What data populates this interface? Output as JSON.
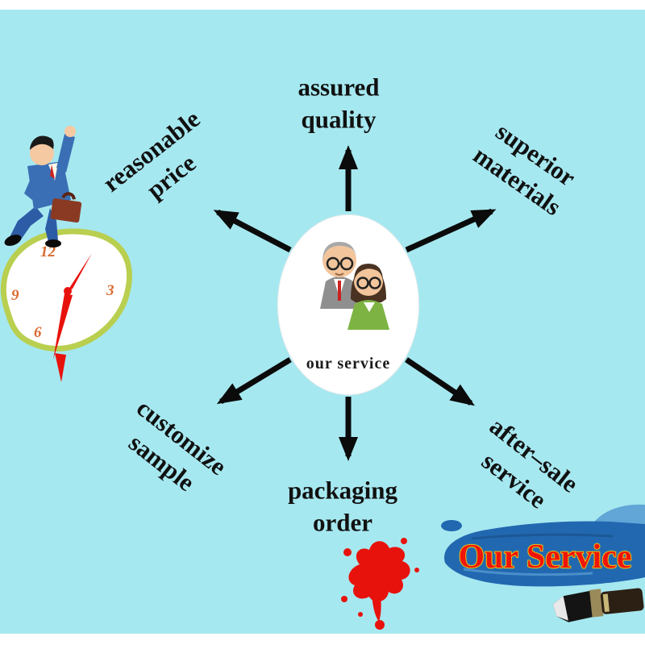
{
  "page": {
    "title": "our service diagram poster"
  },
  "center": {
    "label": "our service"
  },
  "services": {
    "top": {
      "line1": "assured",
      "line2": "quality"
    },
    "top_right": {
      "line1": "superior",
      "line2": "materials"
    },
    "bottom_right": {
      "line1": "after–sale",
      "line2": "service"
    },
    "bottom": {
      "line1": "packaging",
      "line2": "order"
    },
    "bottom_left": {
      "line1": "customize",
      "line2": "sample"
    },
    "top_left": {
      "line1": "reasonable",
      "line2": "price"
    }
  },
  "banner": {
    "title": "Our Service"
  },
  "clock": {
    "numbers": [
      "12",
      "3",
      "6",
      "9"
    ]
  },
  "colors": {
    "background": "#a6e8f0",
    "frame": "#ffffff",
    "arrow": "#0b0b0b",
    "label_text": "#111111",
    "banner_blue": "#2268b0",
    "banner_red": "#ee1409",
    "banner_outline": "#ffd400",
    "splatter_red": "#e8120c",
    "suit_blue": "#3a6fb5",
    "clock_rim": "#b9cf4f",
    "woman_green": "#7cb342",
    "man_suit_gray": "#8f8f8f"
  }
}
